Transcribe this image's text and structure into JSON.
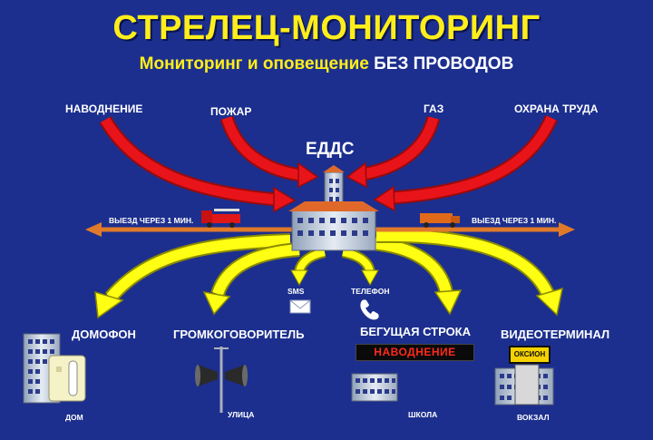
{
  "title": "СТРЕЛЕЦ-МОНИТОРИНГ",
  "subtitle": {
    "part1": "Мониторинг и оповещение",
    "part2": "БЕЗ ПРОВОДОВ"
  },
  "sources": [
    "НАВОДНЕНИЕ",
    "ПОЖАР",
    "ГАЗ",
    "ОХРАНА ТРУДА"
  ],
  "hub": "ЕДДС",
  "departure": {
    "left": "ВЫЕЗД ЧЕРЕЗ 1 МИН.",
    "right": "ВЫЕЗД ЧЕРЕЗ 1 МИН."
  },
  "channels": {
    "sms": "SMS",
    "phone": "ТЕЛЕФОН"
  },
  "outputs": {
    "intercom": "ДОМОФОН",
    "loudspeaker": "ГРОМКОГОВОРИТЕЛЬ",
    "ticker": "БЕГУЩАЯ СТРОКА",
    "videoterminal": "ВИДЕОТЕРМИНАЛ"
  },
  "places": {
    "house": "ДОМ",
    "street": "УЛИЦА",
    "school": "ШКОЛА",
    "station": "ВОКЗАЛ"
  },
  "ticker_text": "НАВОДНЕНИЕ",
  "kiosk_text": "ОКСИОН",
  "colors": {
    "background": "#1c2f8e",
    "title": "#ffee1a",
    "input_arrows": "#e8141a",
    "output_arrows": "#ffff14",
    "departure_line": "#e07a2a"
  }
}
